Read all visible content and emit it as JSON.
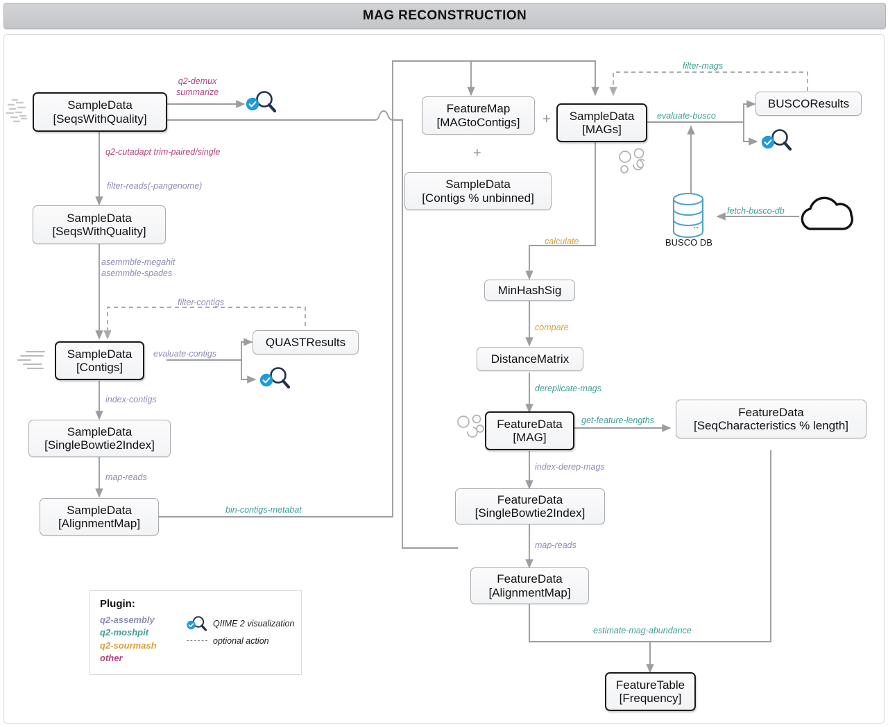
{
  "header": {
    "title": "MAG RECONSTRUCTION"
  },
  "colors": {
    "q2_assembly": "#8d8db4",
    "q2_moshpit": "#3d9e96",
    "q2_sourmash": "#d9a13c",
    "other": "#b4447e",
    "grey": "#9a9a9a",
    "edge": "#9b9d9f",
    "box_border": "#a9abae",
    "box_border_strong": "#1a1a1a",
    "qiime_blue": "#1f9bd8",
    "qiime_navy": "#20304a",
    "db_blue": "#4fa3c7",
    "header_bg": "#cbcccf"
  },
  "nodes": {
    "seqs_raw": {
      "line1": "SampleData",
      "line2": "[SeqsWithQuality]"
    },
    "seqs_filtered": {
      "line1": "SampleData",
      "line2": "[SeqsWithQuality]"
    },
    "contigs": {
      "line1": "SampleData",
      "line2": "[Contigs]"
    },
    "quast": {
      "line1": "QUASTResults",
      "line2": ""
    },
    "sd_bowtie": {
      "line1": "SampleData",
      "line2": "[SingleBowtie2Index]"
    },
    "sd_alignment": {
      "line1": "SampleData",
      "line2": "[AlignmentMap]"
    },
    "featuremap": {
      "line1": "FeatureMap",
      "line2": "[MAGtoContigs]"
    },
    "contigs_unbinned": {
      "line1": "SampleData",
      "line2": "[Contigs % unbinned]"
    },
    "sd_mags": {
      "line1": "SampleData",
      "line2": "[MAGs]"
    },
    "busco": {
      "line1": "BUSCOResults",
      "line2": ""
    },
    "minhash": {
      "line1": "MinHashSig",
      "line2": ""
    },
    "distmatrix": {
      "line1": "DistanceMatrix",
      "line2": ""
    },
    "fd_mag": {
      "line1": "FeatureData",
      "line2": "[MAG]"
    },
    "fd_seqchar": {
      "line1": "FeatureData",
      "line2": "[SeqCharacteristics % length]"
    },
    "fd_bowtie": {
      "line1": "FeatureData",
      "line2": "[SingleBowtie2Index]"
    },
    "fd_alignment": {
      "line1": "FeatureData",
      "line2": "[AlignmentMap]"
    },
    "featuretable": {
      "line1": "FeatureTable",
      "line2": "[Frequency]"
    }
  },
  "edge_labels": {
    "demux_summarize": "q2-demux\nsummarize",
    "cutadapt": "q2-cutadapt trim-paired/single",
    "filter_reads": "filter-reads(-pangenome)",
    "assemble": "asemmble-megahit\nasemmble-spades",
    "filter_contigs": "filter-contigs",
    "evaluate_contigs": "evaluate-contigs",
    "index_contigs": "index-contigs",
    "map_reads_left": "map-reads",
    "bin_contigs_metabat": "bin-contigs-metabat",
    "filter_mags": "filter-mags",
    "evaluate_busco": "evaluate-busco",
    "fetch_busco_db": "fetch-busco-db",
    "calculate": "calculate",
    "compare": "compare",
    "dereplicate_mags": "dereplicate-mags",
    "get_feature_lengths": "get-feature-lengths",
    "index_derep_mags": "index-derep-mags",
    "map_reads_right": "map-reads",
    "estimate_mag_abund": "estimate-mag-abundance"
  },
  "plus_signs": {
    "a": "+",
    "b": "+"
  },
  "db": {
    "caption": "BUSCO DB"
  },
  "legend": {
    "title": "Plugin:",
    "plugins": [
      {
        "label": "q2-assembly",
        "color": "#8d8db4"
      },
      {
        "label": "q2-moshpit",
        "color": "#3d9e96"
      },
      {
        "label": "q2-sourmash",
        "color": "#d9a13c"
      },
      {
        "label": "other",
        "color": "#b4447e"
      }
    ],
    "viz_label": "QIIME 2 visualization",
    "optional_label": "optional action"
  },
  "icons": {
    "reads_cluster": "reads-cluster-icon",
    "contigs_lines": "contigs-lines-icon",
    "mags_cells_a": "mag-cells-icon",
    "mags_cells_b": "mag-cells-icon",
    "database": "database-icon",
    "cloud": "cloud-icon",
    "viz_1": "qiime2-visualization-icon",
    "viz_2": "qiime2-visualization-icon",
    "viz_3": "qiime2-visualization-icon"
  }
}
